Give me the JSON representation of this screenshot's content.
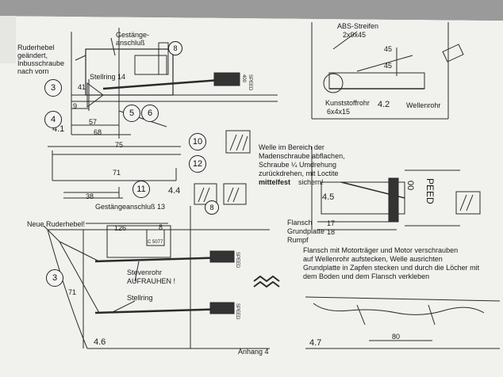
{
  "labels": {
    "ruderhebel_top": "Ruderhebel",
    "ruderhebel_top2": "geändert,",
    "ruderhebel_top3": "Inbusschraube",
    "ruderhebel_top4": "nach vorn",
    "gestaenge": "Gestänge-",
    "gestaenge2": "anschluß",
    "stellring14": "Stellring 14",
    "n41": "41",
    "n9": "9",
    "n57": "57",
    "n68": "68",
    "n75": "75",
    "n71a": "71",
    "n38": "38",
    "fig41": "4.1",
    "fig44": "4.4",
    "abs1": "ABS-Streifen",
    "abs2": "2x9x45",
    "n45a": "45",
    "n45b": "45",
    "kunst1": "Kunststoffrohr",
    "kunst2": "6x4x15",
    "fig42": "4.2",
    "wellenrohr": "Wellenrohr",
    "gestaenge13": "Gestängeanschluß 13",
    "neue": "Neue Ruderhebel!",
    "n126": "126",
    "n8": "8",
    "n71b": "71",
    "stevenrohr": "Stevenrohr",
    "aufrauhen": "AUFRAUHEN !",
    "stellring": "Stellring",
    "fig45": "4.5",
    "peed": "PEED",
    "zero": "00",
    "flansch": "Flansch",
    "grund": "Grundplatte",
    "rumpf": "Rumpf",
    "n17": "17",
    "n18": "18",
    "fig46": "4.6",
    "anhang": "Anhang 4",
    "fig47": "4.7",
    "n80": "80",
    "speed": "SPEED",
    "n400": "400",
    "c5077": "C 5077"
  },
  "circles": {
    "c3a": "3",
    "c4": "4",
    "c5": "5",
    "c6": "6",
    "c8a": "8",
    "c10": "10",
    "c12": "12",
    "c11": "11",
    "c8b": "8",
    "c3b": "3"
  },
  "paragraphs": {
    "welle": [
      "Welle im Bereich der",
      "Madenschraube abflachen,",
      "Schraube ¼ Umdrehung",
      "zurückdrehen, mit Loctite",
      "sichern!"
    ],
    "welle_bold": "mittelfest",
    "flansch_text": [
      "Flansch mit Motorträger und Motor verschrauben",
      "auf Wellenrohr aufstecken, Welle ausrichten",
      "Grundplatte in Zapfen stecken und durch die Löcher mit",
      "dem Boden und dem Flansch verkleben"
    ]
  }
}
